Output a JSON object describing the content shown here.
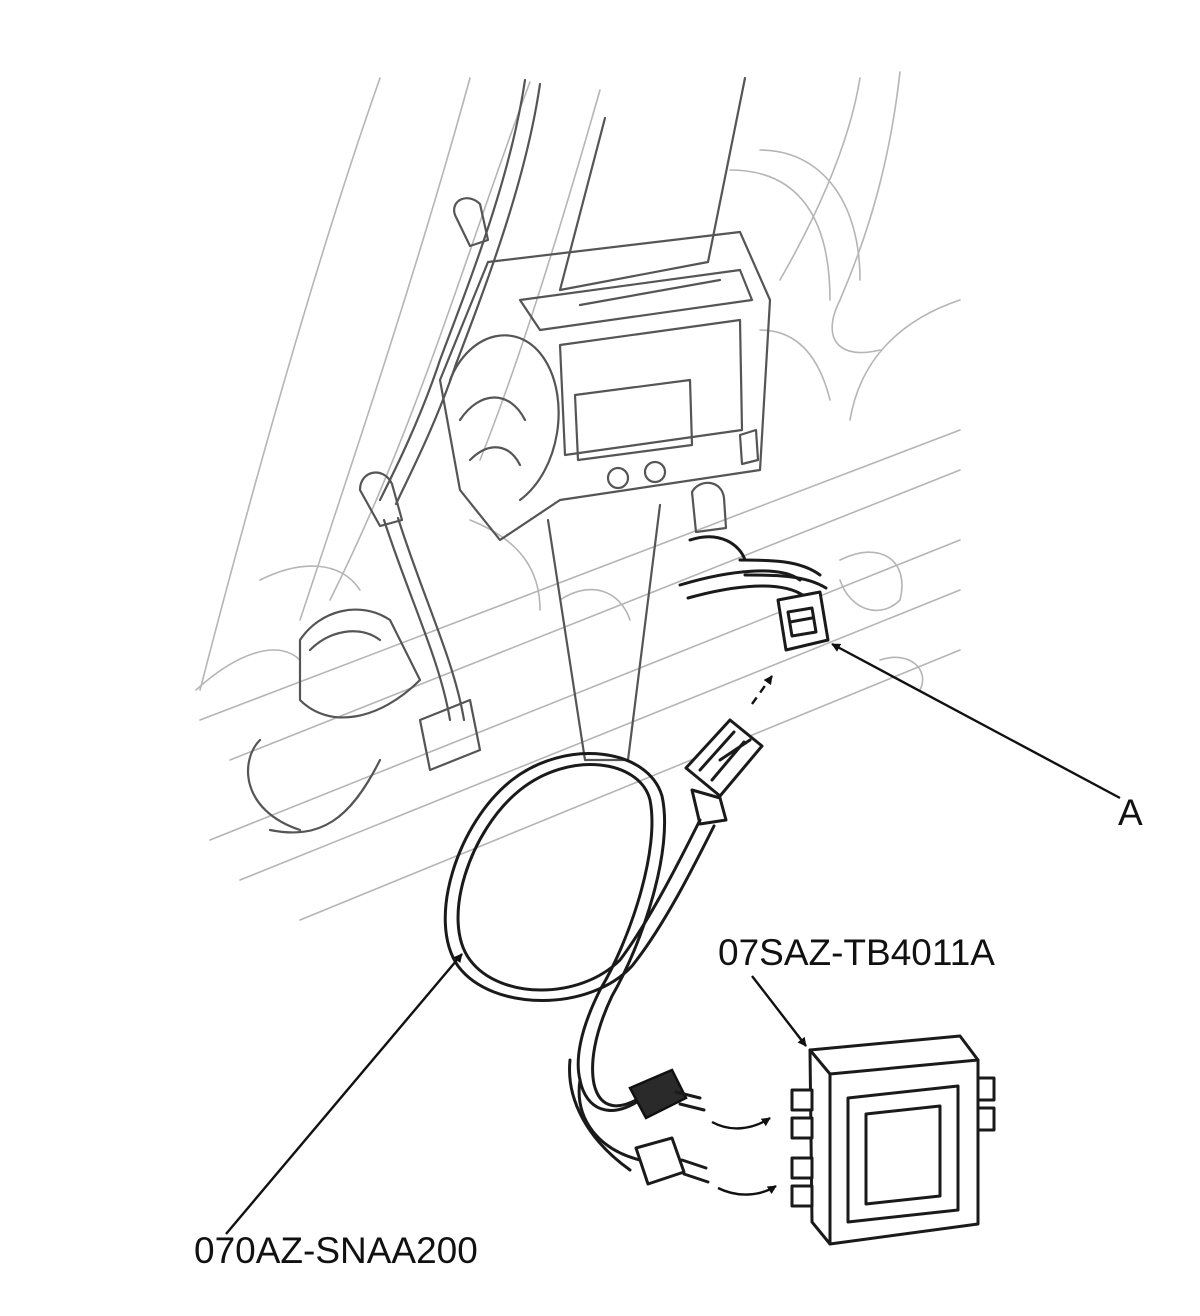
{
  "labels": {
    "connector": "A",
    "tester": "07SAZ-TB4011A",
    "harness": "070AZ-SNAA200"
  }
}
